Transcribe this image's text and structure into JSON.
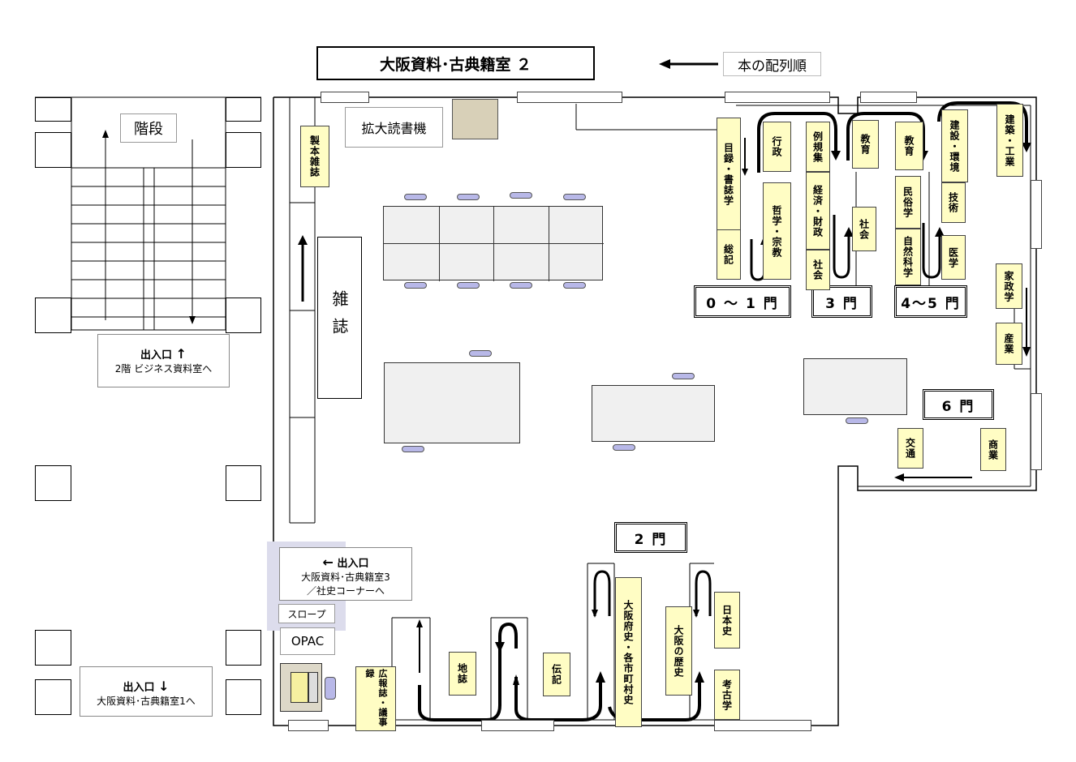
{
  "title": "大阪資料･古典籍室 ２",
  "order_label": "本の配列順",
  "stairs_label": "階段",
  "magnifier_label": "拡大読書機",
  "magazine_label": "雑誌",
  "bound_magazine_label": "製本雑誌",
  "slope_label": "スロープ",
  "opac_label": "OPAC",
  "exits": {
    "upstairs": {
      "main": "出入口",
      "arrow": "↑",
      "sub": "2階 ビジネス資料室へ"
    },
    "room3": {
      "main": "出入口",
      "arrow": "←",
      "sub1": "大阪資料･古典籍室3",
      "sub2": "／社史コーナーへ"
    },
    "room1": {
      "main": "出入口",
      "arrow": "↓",
      "sub": "大阪資料･古典籍室1へ"
    }
  },
  "class_signs": {
    "c01": "0 ～ 1 門",
    "c3": "3 門",
    "c45": "4～5 門",
    "c6": "6 門",
    "c2": "2 門"
  },
  "shelves": {
    "mokuroku": "目録・書誌学",
    "soki": "総記",
    "gyosei": "行政",
    "tetsugaku": "哲学・宗教",
    "reikishu": "例規集",
    "keizai": "経済・財政",
    "shakai1": "社会",
    "kyoiku1": "教育",
    "shakai2": "社会",
    "kyoiku2": "教育",
    "minzoku": "民俗学",
    "shizen": "自然科学",
    "kensetsu": "建設・環境",
    "gijutsu": "技術",
    "igaku": "医学",
    "kenchiku": "建築・工業",
    "kasei": "家政学",
    "sangyo": "産業",
    "kotsu": "交通",
    "shogyo": "商業",
    "koho": "広報誌・議事録",
    "chishi": "地誌",
    "denki": "伝記",
    "fushi": "大阪府史・各市町村史",
    "osaka_rekishi": "大阪の歴史",
    "nihonshi": "日本史",
    "kokogaku": "考古学"
  },
  "colors": {
    "shelf": "#fffdc4",
    "chair": "#b8b8e8",
    "table": "#f0f0f0"
  }
}
